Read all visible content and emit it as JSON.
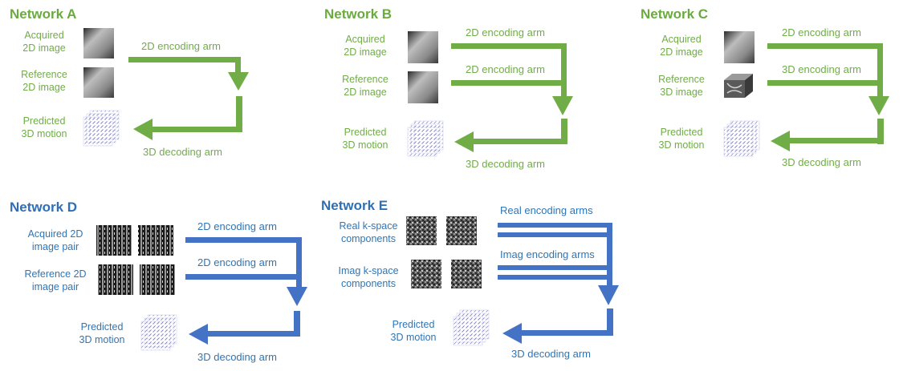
{
  "colors": {
    "green": "#70ad47",
    "blue": "#4472c4",
    "green_text": "#70ad47",
    "blue_text": "#2e75b6"
  },
  "networks": {
    "a": {
      "title": "Network A",
      "input1": "Acquired\n2D image",
      "input2": "Reference\n2D image",
      "output": "Predicted\n3D motion",
      "arm1": "2D encoding arm",
      "decode": "3D decoding arm"
    },
    "b": {
      "title": "Network B",
      "input1": "Acquired\n2D image",
      "input2": "Reference\n2D image",
      "output": "Predicted\n3D motion",
      "arm1": "2D encoding arm",
      "arm2": "2D encoding arm",
      "decode": "3D decoding arm"
    },
    "c": {
      "title": "Network C",
      "input1": "Acquired\n2D image",
      "input2": "Reference\n3D image",
      "output": "Predicted\n3D motion",
      "arm1": "2D encoding arm",
      "arm2": "3D encoding arm",
      "decode": "3D decoding arm"
    },
    "d": {
      "title": "Network D",
      "input1": "Acquired 2D\nimage pair",
      "input2": "Reference 2D\nimage pair",
      "output": "Predicted\n3D motion",
      "arm1": "2D encoding arm",
      "arm2": "2D encoding arm",
      "decode": "3D decoding arm"
    },
    "e": {
      "title": "Network E",
      "input1": "Real k-space\ncomponents",
      "input2": "Imag k-space\ncomponents",
      "output": "Predicted\n3D motion",
      "arm1": "Real encoding arms",
      "arm2": "Imag encoding arms",
      "decode": "3D decoding arm"
    }
  }
}
